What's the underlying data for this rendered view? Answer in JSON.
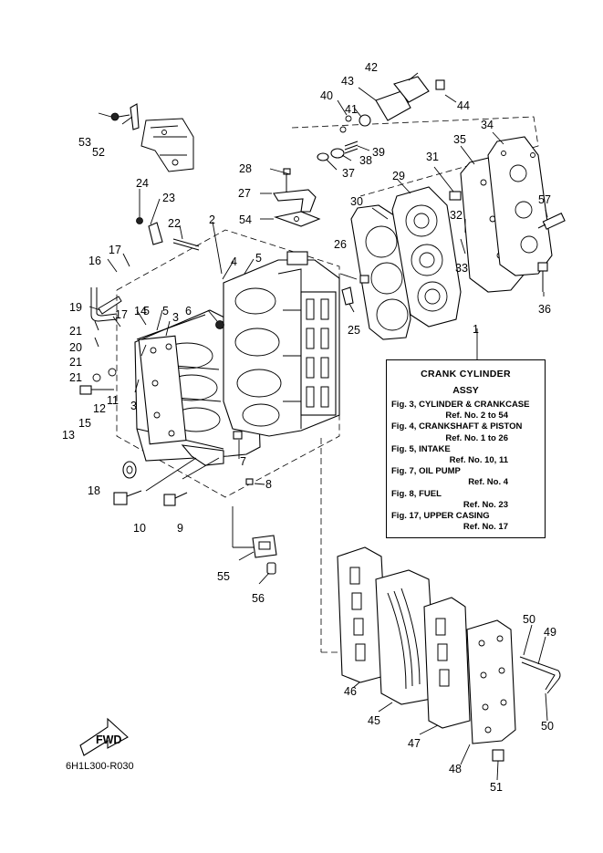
{
  "assembly": {
    "callout": "1",
    "title": "CRANK CYLINDER",
    "subtitle": "ASSY",
    "refs": [
      {
        "fig": "Fig. 3, CYLINDER & CRANKCASE",
        "ref": "Ref. No. 2 to 54"
      },
      {
        "fig": "Fig. 4, CRANKSHAFT & PISTON",
        "ref": "Ref. No. 1 to 26"
      },
      {
        "fig": "Fig. 5, INTAKE",
        "ref": "Ref. No. 10, 11"
      },
      {
        "fig": "Fig. 7, OIL PUMP",
        "ref": "Ref. No. 4"
      },
      {
        "fig": "Fig. 8, FUEL",
        "ref": "Ref. No. 23"
      },
      {
        "fig": "Fig. 17, UPPER CASING",
        "ref": "Ref. No. 17"
      }
    ]
  },
  "fwd_label": "FWD",
  "drawing_code": "6H1L300-R030",
  "callouts": [
    "2",
    "3",
    "3",
    "4",
    "5",
    "5",
    "5",
    "6",
    "7",
    "8",
    "9",
    "10",
    "11",
    "12",
    "13",
    "14",
    "15",
    "16",
    "17",
    "17",
    "18",
    "19",
    "20",
    "21",
    "21",
    "21",
    "22",
    "23",
    "24",
    "25",
    "26",
    "27",
    "28",
    "29",
    "30",
    "31",
    "32",
    "33",
    "34",
    "35",
    "36",
    "37",
    "38",
    "39",
    "40",
    "41",
    "42",
    "43",
    "44",
    "45",
    "46",
    "47",
    "48",
    "49",
    "50",
    "50",
    "51",
    "52",
    "53",
    "54",
    "55",
    "56",
    "57"
  ]
}
